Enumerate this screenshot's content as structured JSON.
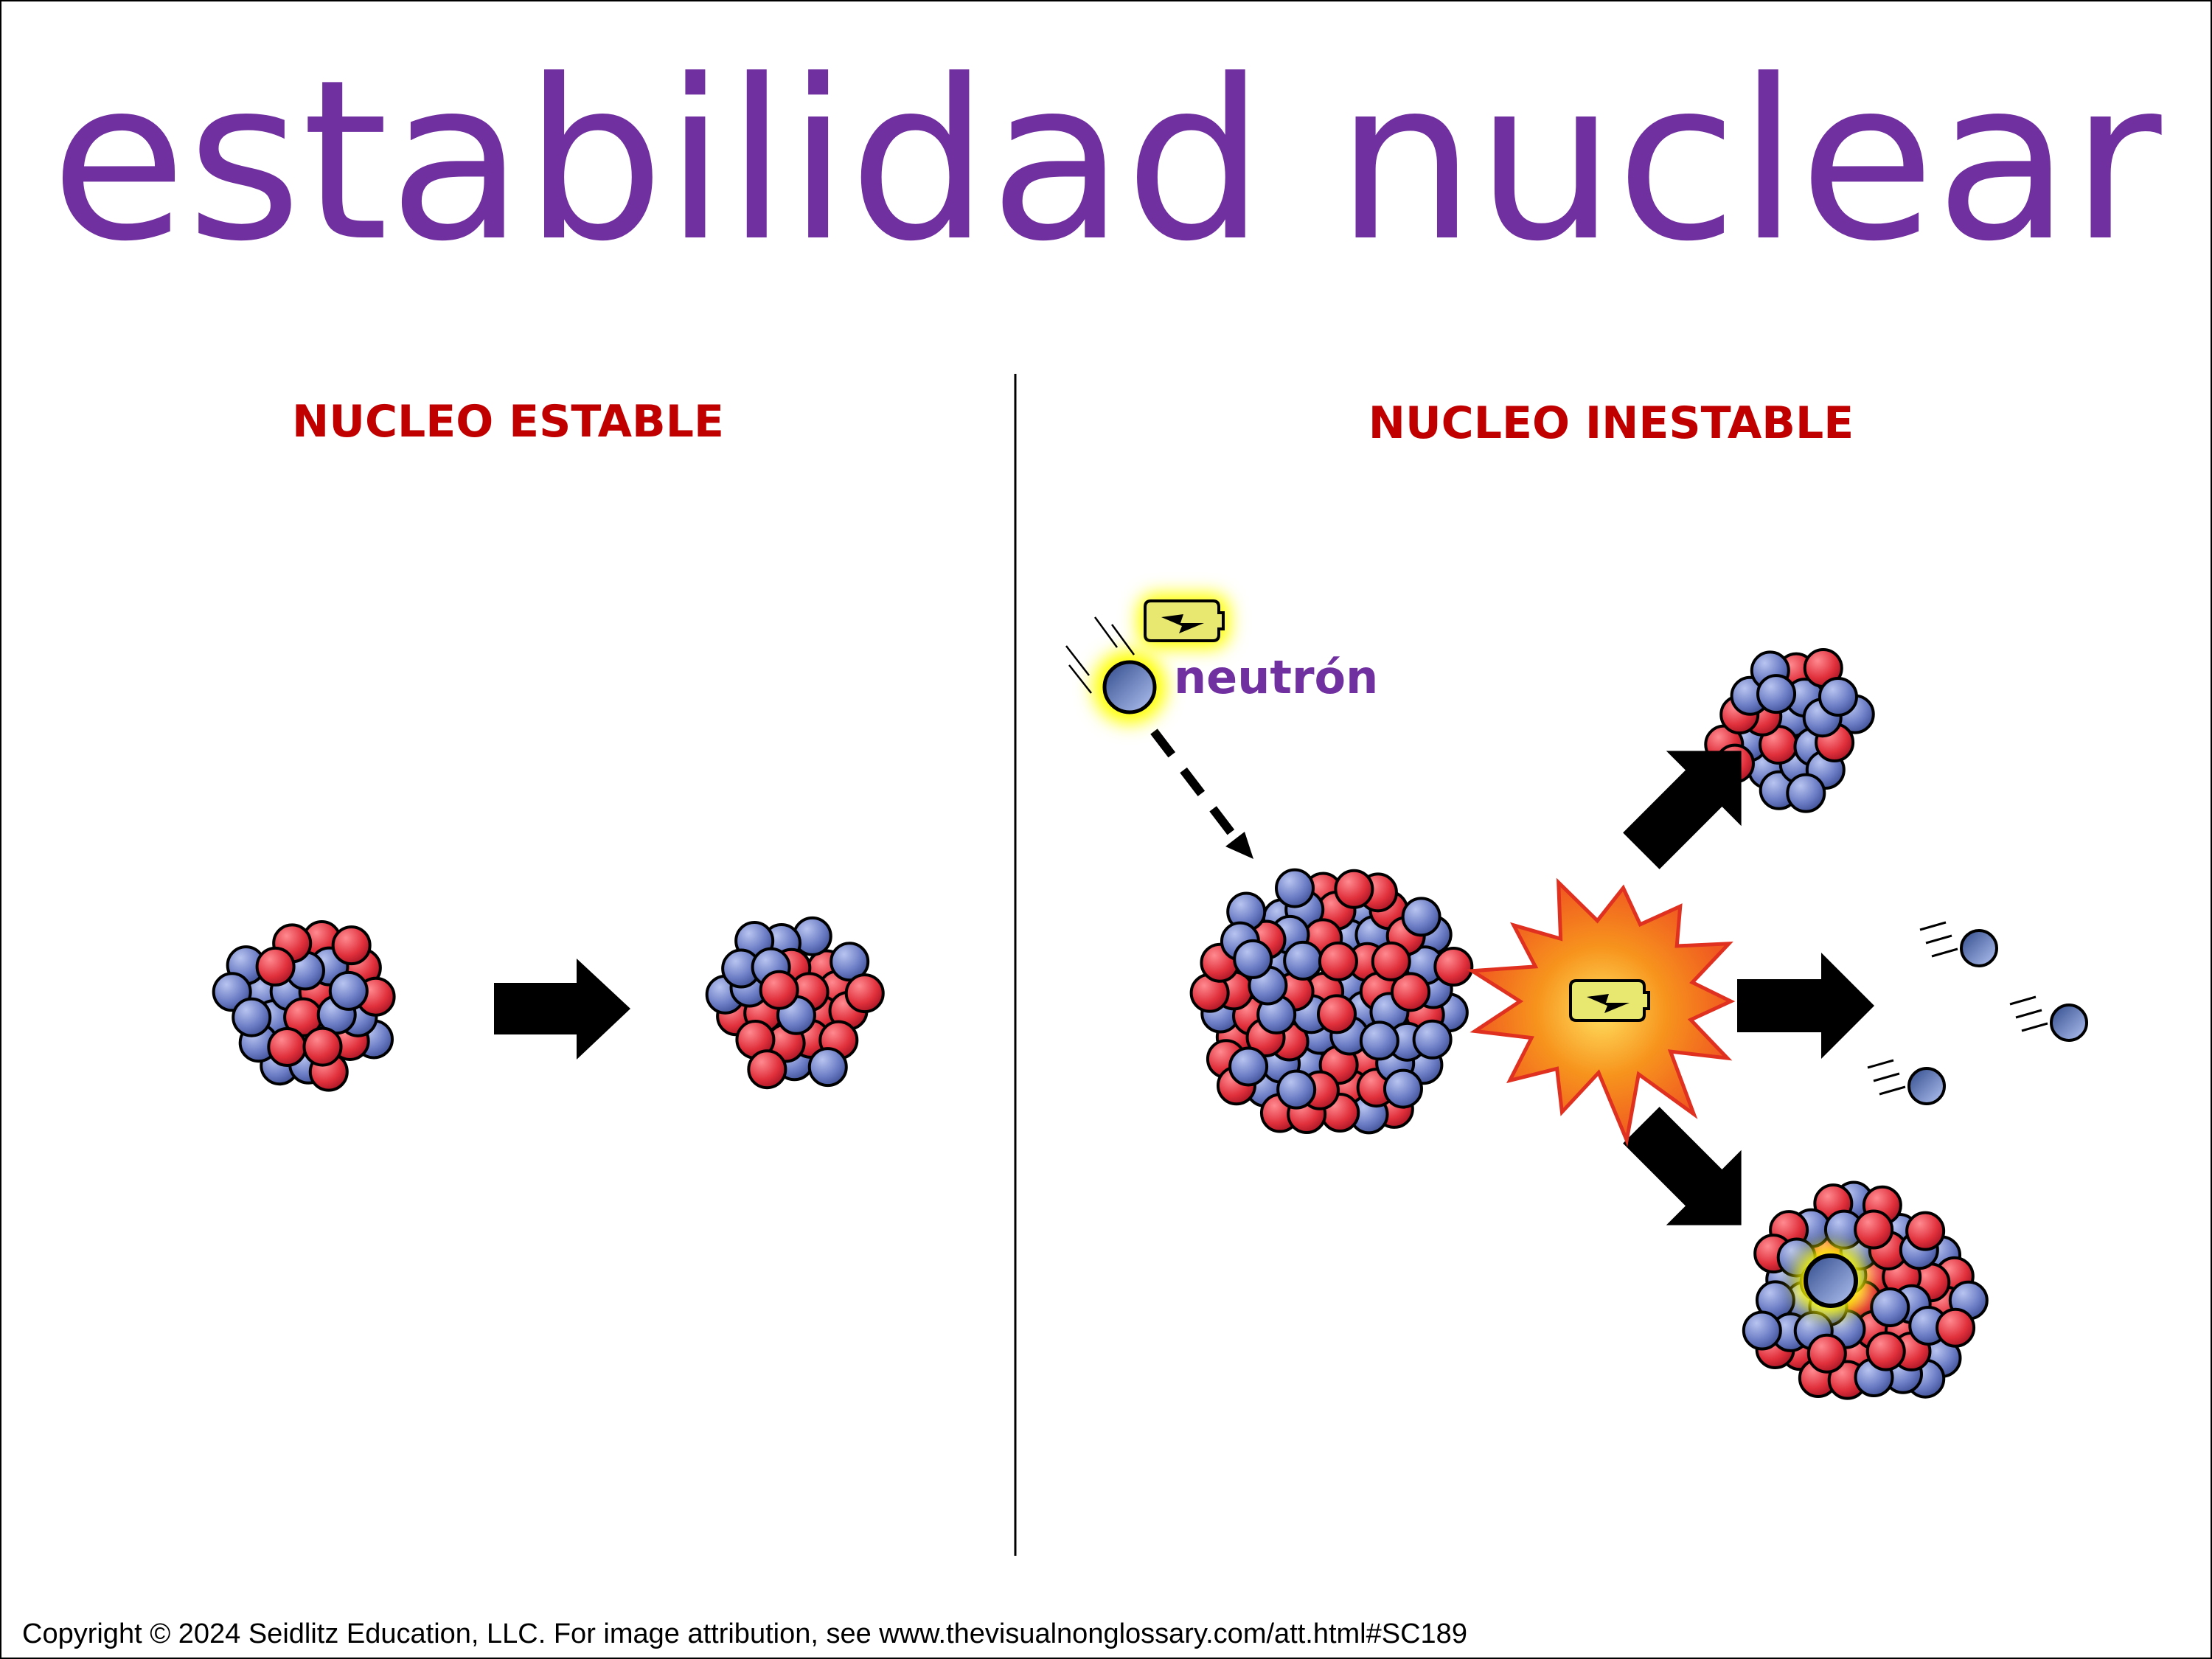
{
  "title": "estabilidad nuclear",
  "left_heading": "NUCLEO ESTABLE",
  "right_heading": "NUCLEO INESTABLE",
  "neutron_label": "neutrón",
  "copyright": "Copyright © 2024 Seidlitz Education, LLC.  For image attribution, see www.thevisualnonglossary.com/att.html#SC189",
  "colors": {
    "title": "#7030A0",
    "heading": "#C00000",
    "proton": "#E0303C",
    "neutron": "#6A7BC4",
    "glow": "#FFFF00",
    "battery": "#E8E870",
    "explosion": "#F47A20"
  }
}
